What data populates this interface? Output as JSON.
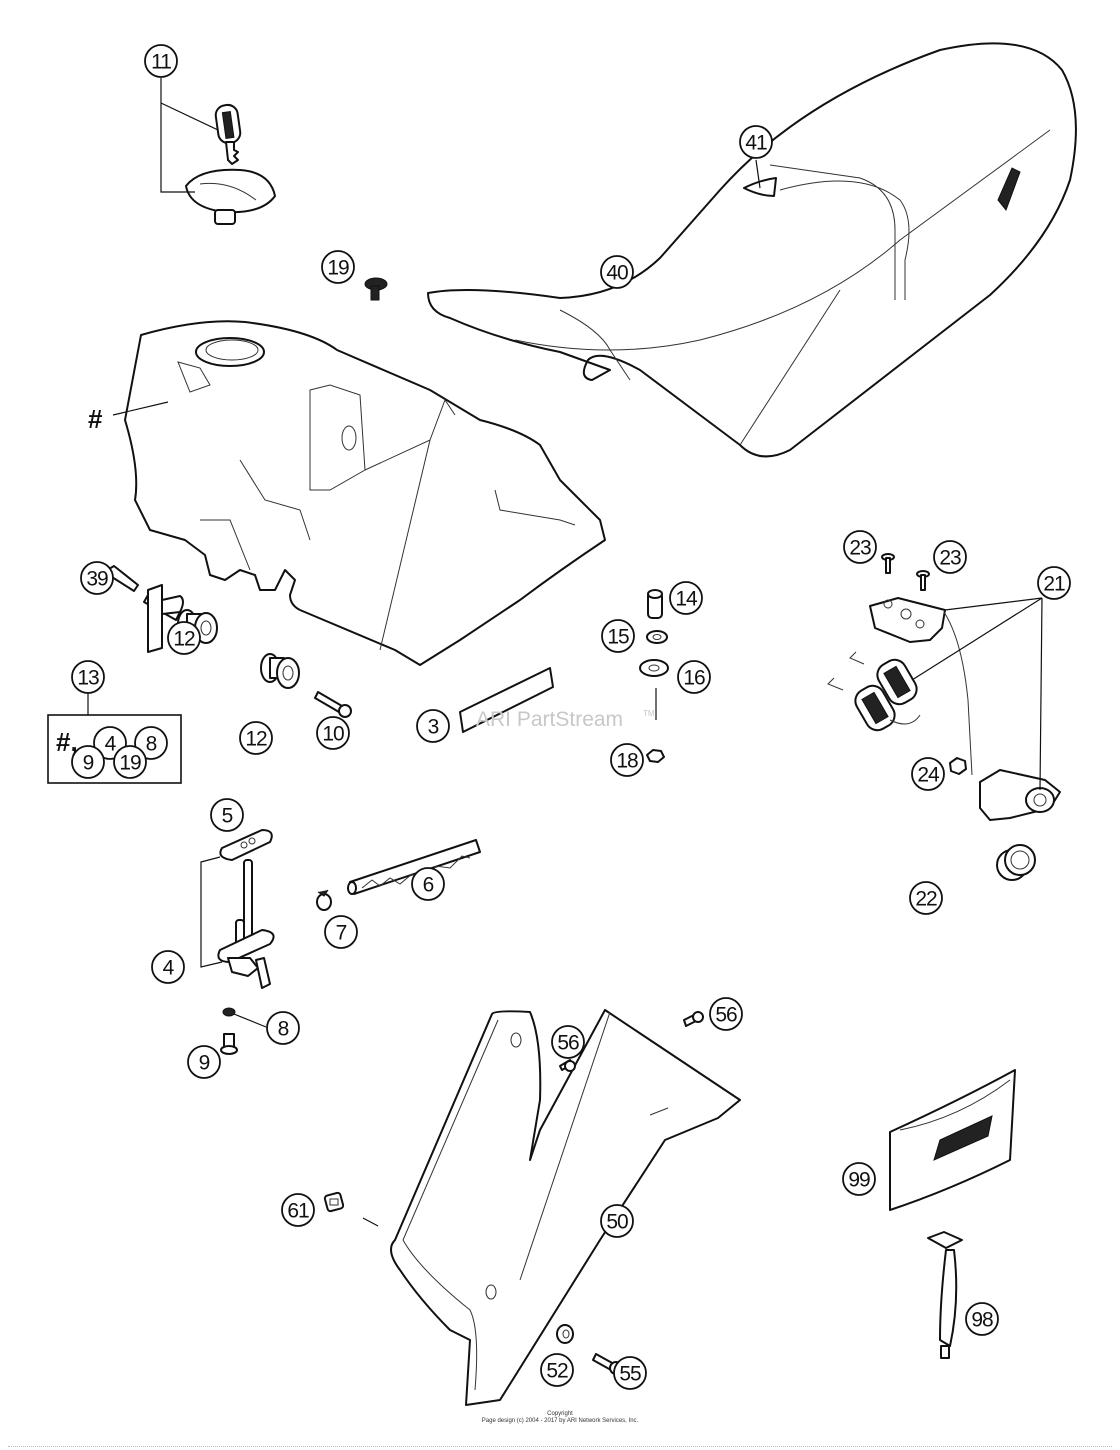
{
  "diagram": {
    "type": "exploded-parts-diagram",
    "watermark": "ARI PartStream",
    "watermark_tm": "TM",
    "hash_label": "#",
    "kit": {
      "callout": "13",
      "contents_prefix": "#,",
      "contents": [
        "4",
        "8",
        "9",
        "19"
      ]
    },
    "callouts": [
      {
        "id": "11",
        "part": "filler cap with key"
      },
      {
        "id": "19",
        "part": "screw"
      },
      {
        "id": "41",
        "part": "seat tab"
      },
      {
        "id": "40",
        "part": "seat"
      },
      {
        "id": "39",
        "part": "bolt"
      },
      {
        "id": "12",
        "part": "rubber bushing"
      },
      {
        "id": "12",
        "part": "rubber bushing"
      },
      {
        "id": "10",
        "part": "screw"
      },
      {
        "id": "3",
        "part": "pad"
      },
      {
        "id": "14",
        "part": "bolt"
      },
      {
        "id": "15",
        "part": "washer"
      },
      {
        "id": "16",
        "part": "washer"
      },
      {
        "id": "18",
        "part": "nut"
      },
      {
        "id": "23",
        "part": "screw"
      },
      {
        "id": "23",
        "part": "screw"
      },
      {
        "id": "21",
        "part": "lock set"
      },
      {
        "id": "24",
        "part": "nut"
      },
      {
        "id": "22",
        "part": "cap"
      },
      {
        "id": "5",
        "part": "strainer plate"
      },
      {
        "id": "4",
        "part": "fuel tap"
      },
      {
        "id": "8",
        "part": "seal ring"
      },
      {
        "id": "9",
        "part": "screw"
      },
      {
        "id": "6",
        "part": "fuel hose"
      },
      {
        "id": "7",
        "part": "hose clamp"
      },
      {
        "id": "56",
        "part": "screw"
      },
      {
        "id": "56",
        "part": "screw"
      },
      {
        "id": "61",
        "part": "spring nut"
      },
      {
        "id": "50",
        "part": "spoiler"
      },
      {
        "id": "52",
        "part": "grommet"
      },
      {
        "id": "55",
        "part": "screw"
      },
      {
        "id": "99",
        "part": "decal"
      },
      {
        "id": "98",
        "part": "valve tool"
      }
    ]
  },
  "footer": {
    "line1": "Copyright",
    "line2": "Page design (c) 2004 - 2017 by ARI Network Services, Inc."
  }
}
